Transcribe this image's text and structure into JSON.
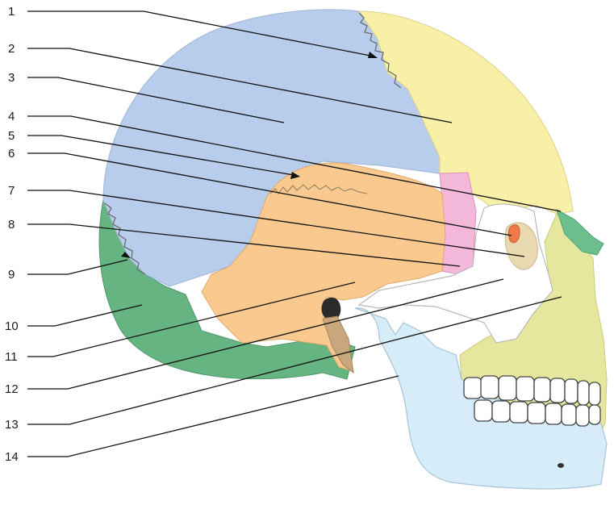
{
  "diagram": {
    "labels": [
      {
        "number": "1"
      },
      {
        "number": "2"
      },
      {
        "number": "3"
      },
      {
        "number": "4"
      },
      {
        "number": "5"
      },
      {
        "number": "6"
      },
      {
        "number": "7"
      },
      {
        "number": "8"
      },
      {
        "number": "9"
      },
      {
        "number": "10"
      },
      {
        "number": "11"
      },
      {
        "number": "12"
      },
      {
        "number": "13"
      },
      {
        "number": "14"
      }
    ],
    "colors": {
      "parietal": "#b8cdec",
      "frontal": "#f8f0a6",
      "temporal": "#f9c98f",
      "occipital": "#67b483",
      "sphenoid": "#f2b7d9",
      "zygomatic": "#ffffff",
      "mandible": "#d6ecf8",
      "maxilla": "#e5e79e",
      "nasal": "#6cbf8c",
      "lacrimal": "#ee7a4a",
      "leader_line": "#111111"
    }
  }
}
